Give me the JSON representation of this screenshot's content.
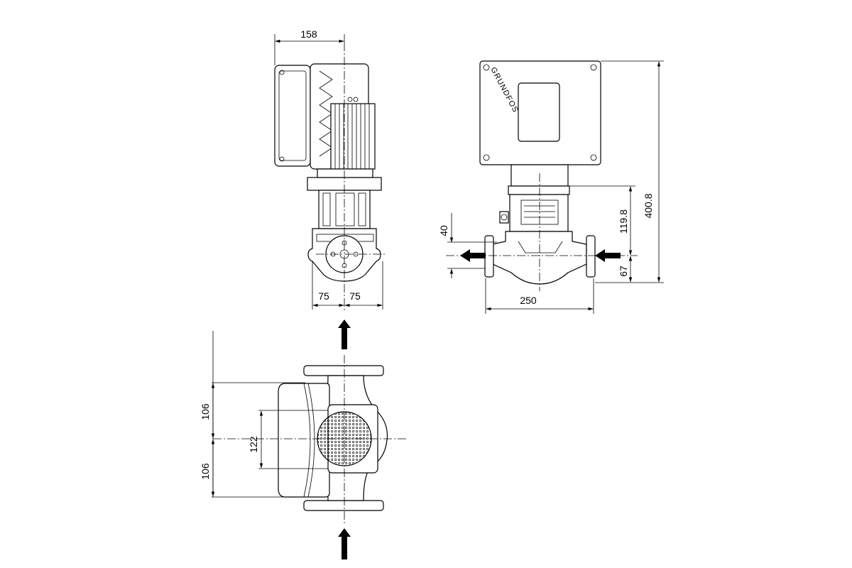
{
  "dimensions": {
    "d_158": "158",
    "d_75_left": "75",
    "d_75_right": "75",
    "d_250": "250",
    "d_40": "40",
    "d_119_8": "119.8",
    "d_400_8": "400.8",
    "d_67": "67",
    "d_106_top": "106",
    "d_106_bottom": "106",
    "d_122": "122"
  },
  "brand": {
    "logo_text": "GRUNDFOS"
  },
  "colors": {
    "line": "#000000",
    "background": "#ffffff"
  }
}
